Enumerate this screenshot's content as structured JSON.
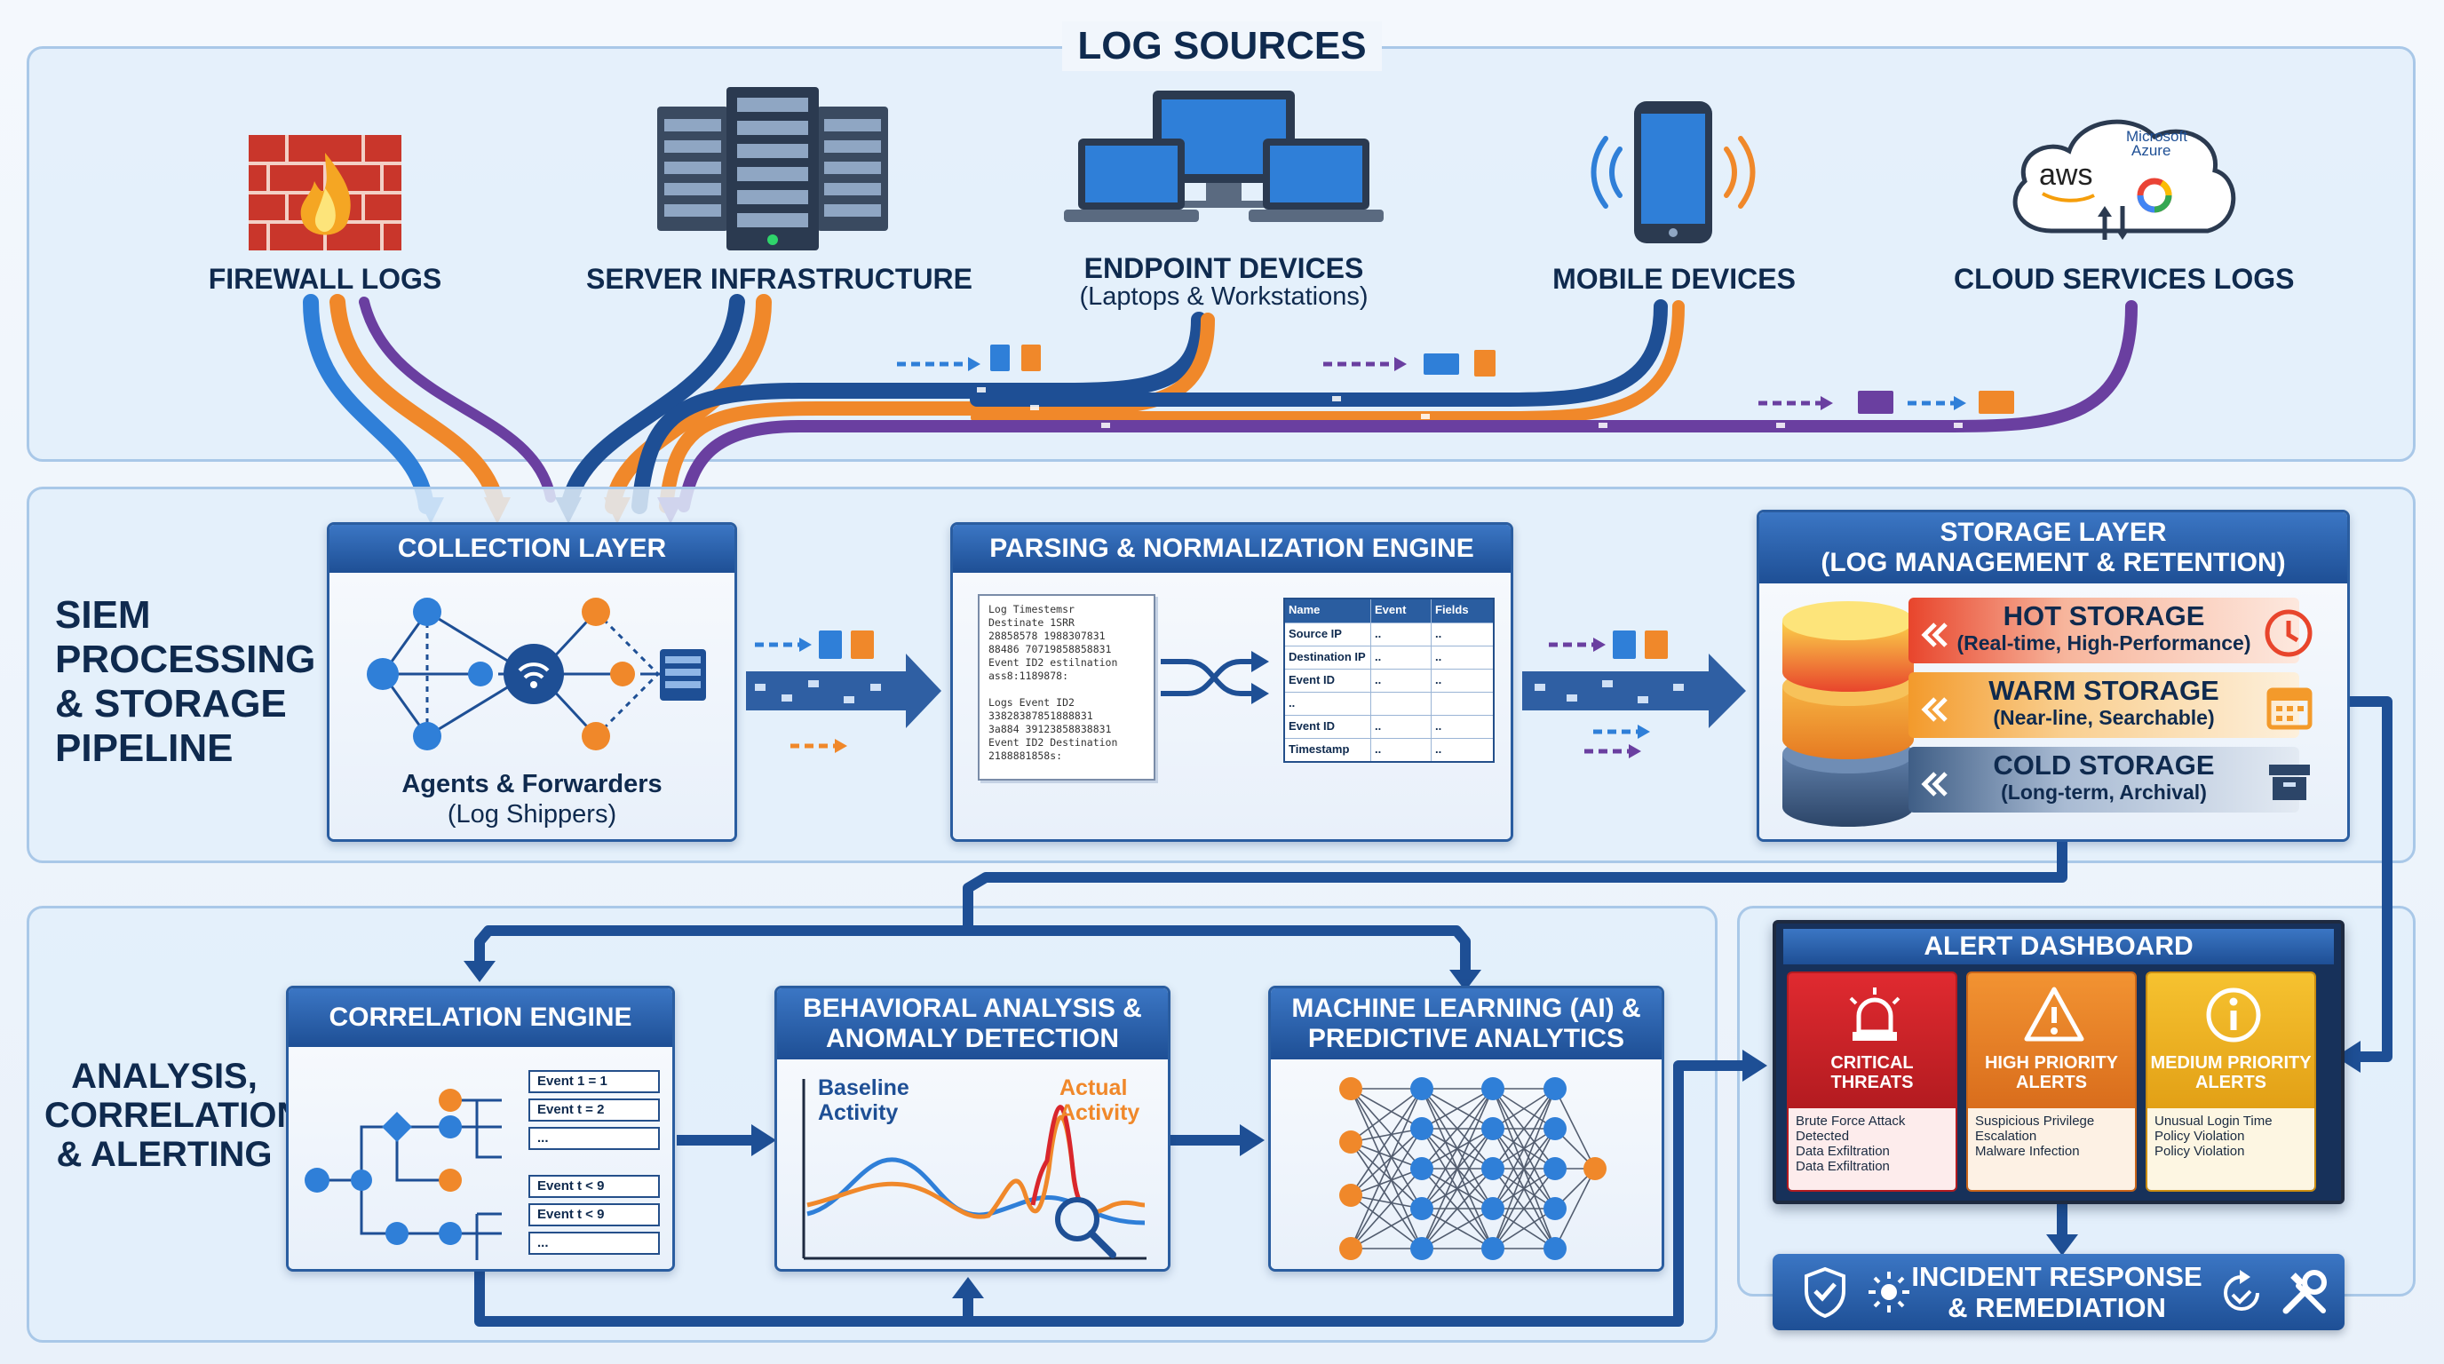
{
  "sources": {
    "title": "LOG SOURCES",
    "items": [
      {
        "label": "FIREWALL LOGS",
        "sub": ""
      },
      {
        "label": "SERVER INFRASTRUCTURE",
        "sub": ""
      },
      {
        "label": "ENDPOINT DEVICES",
        "sub": "(Laptops & Workstations)"
      },
      {
        "label": "MOBILE DEVICES",
        "sub": ""
      },
      {
        "label": "CLOUD SERVICES LOGS",
        "sub": ""
      }
    ],
    "cloud_brands": {
      "aws": "aws",
      "azure_line1": "Microsoft",
      "azure_line2": "Azure"
    }
  },
  "pipeline": {
    "title_lines": [
      "SIEM",
      "PROCESSING",
      "& STORAGE",
      "PIPELINE"
    ],
    "collection": {
      "title": "COLLECTION LAYER",
      "caption": "Agents & Forwarders",
      "caption_sub": "(Log Shippers)"
    },
    "parsing": {
      "title": "PARSING & NORMALIZATION ENGINE",
      "raw_lines": [
        "Log Timestemsr",
        "Destinate 1SRR",
        "28858578 1988307831",
        "88486 70719858858831",
        "Event ID2 estilnation",
        "ass8:1189878:",
        "",
        "Logs Event ID2",
        "33828387851888831",
        "3a884 39123858838831",
        "Event ID2 Destination",
        "2188881858s:"
      ],
      "table": {
        "headers": [
          "Name",
          "Event",
          "Fields"
        ],
        "rows": [
          [
            "Source IP",
            "..",
            ".."
          ],
          [
            "Destination IP",
            "..",
            ".."
          ],
          [
            "Event ID",
            "..",
            ".."
          ],
          [
            "..",
            "",
            ""
          ],
          [
            "Event ID",
            "..",
            ".."
          ],
          [
            "Timestamp",
            "..",
            ".."
          ]
        ]
      }
    },
    "storage": {
      "title_line1": "STORAGE LAYER",
      "title_line2": "(LOG MANAGEMENT & RETENTION)",
      "tiers": [
        {
          "name": "HOT STORAGE",
          "desc": "(Real-time, High-Performance)",
          "icon": "clock-icon",
          "color": "#e8452c"
        },
        {
          "name": "WARM STORAGE",
          "desc": "(Near-line, Searchable)",
          "icon": "calendar-icon",
          "color": "#f39a2b"
        },
        {
          "name": "COLD STORAGE",
          "desc": "(Long-term, Archival)",
          "icon": "archive-icon",
          "color": "#3f5e86"
        }
      ]
    }
  },
  "analysis": {
    "title_lines": [
      "ANALYSIS,",
      "CORRELATION",
      "& ALERTING"
    ],
    "correlation": {
      "title": "CORRELATION ENGINE",
      "events": [
        "Event 1 = 1",
        "Event t = 2",
        "...",
        "Event t < 9",
        "Event t < 9",
        "..."
      ]
    },
    "behavioral": {
      "title_line1": "BEHAVIORAL ANALYSIS &",
      "title_line2": "ANOMALY DETECTION",
      "baseline_l1": "Baseline",
      "baseline_l2": "Activity",
      "actual_l1": "Actual",
      "actual_l2": "Activity"
    },
    "ml": {
      "title_line1": "MACHINE LEARNING (AI) &",
      "title_line2": "PREDICTIVE ANALYTICS"
    }
  },
  "alerts": {
    "title": "ALERT DASHBOARD",
    "cards": [
      {
        "title_l1": "CRITICAL",
        "title_l2": "THREATS",
        "items": [
          "Brute Force Attack",
          "Detected",
          "Data Exfiltration",
          "Data Exfiltration"
        ],
        "color": "#d9262c",
        "icon": "siren-icon"
      },
      {
        "title_l1": "HIGH PRIORITY",
        "title_l2": "ALERTS",
        "items": [
          "Suspicious Privilege",
          "Escalation",
          "Malware Infection",
          ""
        ],
        "color": "#ef7d22",
        "icon": "warning-icon"
      },
      {
        "title_l1": "MEDIUM PRIORITY",
        "title_l2": "ALERTS",
        "items": [
          "Unusual Login Time",
          "Policy Violation",
          "Policy Violation",
          ""
        ],
        "color": "#f2b01e",
        "icon": "info-icon"
      }
    ]
  },
  "incident": {
    "line1": "INCIDENT RESPONSE",
    "line2": "& REMEDIATION"
  },
  "colors": {
    "navy": "#1e4f95",
    "orange": "#f0882a",
    "purple": "#6a3fa0",
    "blue": "#2f7fd8"
  }
}
